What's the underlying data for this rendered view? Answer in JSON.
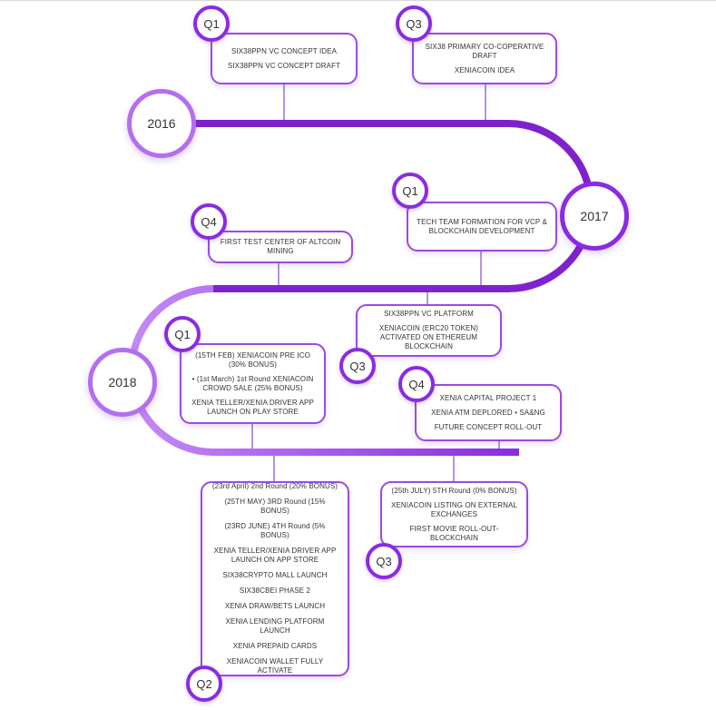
{
  "years": [
    "2016",
    "2017",
    "2018"
  ],
  "milestones": [
    {
      "quarter": "Q1",
      "items": [
        "SIX38PPN VC CONCEPT IDEA",
        "SIX38PPN VC CONCEPT DRAFT"
      ]
    },
    {
      "quarter": "Q3",
      "items": [
        "SIX38 PRIMARY CO-COPERATIVE DRAFT",
        "XENIACOIN IDEA"
      ]
    },
    {
      "quarter": "Q1",
      "items": [
        "TECH TEAM FORMATION FOR VCP & BLOCKCHAIN DEVELOPMENT"
      ]
    },
    {
      "quarter": "Q4",
      "items": [
        "FIRST TEST CENTER OF ALTCOIN MINING"
      ]
    },
    {
      "quarter": "Q3",
      "items": [
        "SIX38PPN VC PLATFORM",
        "XENIACOIN (ERC20 TOKEN) ACTIVATED ON ETHEREUM BLOCKCHAIN"
      ]
    },
    {
      "quarter": "Q1",
      "items": [
        "(15TH FEB) XENIACOIN PRE ICO (30% BONUS)",
        "• (1st March) 1st Round XENIACOIN CROWD SALE (25% BONUS)",
        "XENIA TELLER/XENIA DRIVER APP LAUNCH ON PLAY STORE"
      ]
    },
    {
      "quarter": "Q4",
      "items": [
        "XENIA CAPITAL PROJECT 1",
        "XENIA ATM DEPLORED • SA&NG",
        "FUTURE CONCEPT ROLL-OUT"
      ]
    },
    {
      "quarter": "Q2",
      "items": [
        "(23rd April) 2nd Round (20% BONUS)",
        "(25TH MAY) 3RD Round (15% BONUS)",
        "(23RD JUNE) 4TH Round (5% BONUS)",
        "XENIA TELLER/XENIA DRIVER APP LAUNCH ON APP STORE",
        "SIX38CRYPTO MALL LAUNCH",
        "SIX38CBEI PHASE 2",
        "XENIA DRAW/BETS LAUNCH",
        "XENIA LENDING PLATFORM LAUNCH",
        "XENIA PREPAID CARDS",
        "XENIACOIN WALLET FULLY ACTIVATE"
      ]
    },
    {
      "quarter": "Q3",
      "items": [
        "(25th JULY) 5TH Round (0% BONUS)",
        "XENIACOIN LISTING ON EXTERNAL EXCHANGES",
        "FIRST MOVIE ROLL-OUT- BLOCKCHAIN"
      ]
    }
  ],
  "colors": {
    "track_dark": "#7e22ce",
    "track_light": "#c48af5",
    "accent": "#8a2be2"
  }
}
